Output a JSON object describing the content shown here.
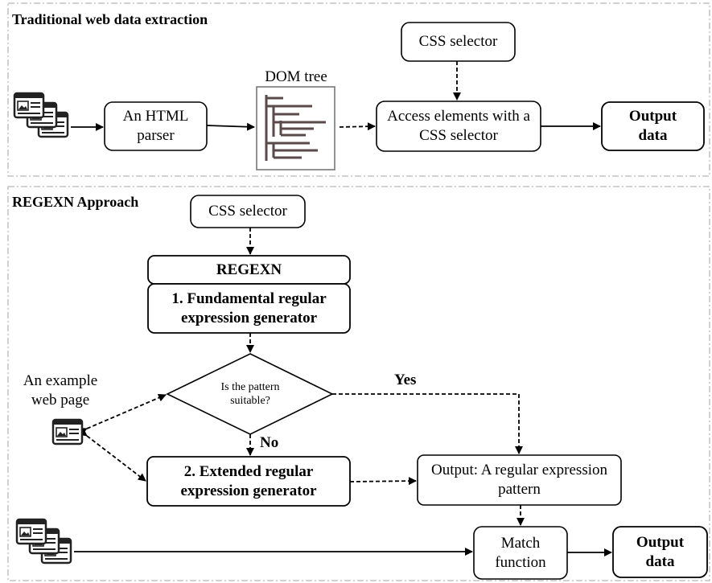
{
  "sections": {
    "traditional": "Traditional web data extraction",
    "regexn": "REGEXN Approach"
  },
  "traditional": {
    "html_parser": "An HTML parser",
    "dom_tree": "DOM tree",
    "css_selector": "CSS selector",
    "access": "Access elements with a CSS selector",
    "output": "Output data"
  },
  "regexn": {
    "css_selector": "CSS selector",
    "title": "REGEXN",
    "fundamental": "1. Fundamental regular expression generator",
    "decision": "Is the pattern suitable?",
    "yes": "Yes",
    "no": "No",
    "extended": "2. Extended regular expression generator",
    "output_pattern": "Output: A regular expression pattern",
    "example_page": "An example web page",
    "match": "Match function",
    "output": "Output data"
  },
  "icons": {
    "web_pages_stack": "web-pages-stack-icon",
    "single_web_page": "web-page-icon",
    "dom_tree": "dom-tree-icon"
  }
}
